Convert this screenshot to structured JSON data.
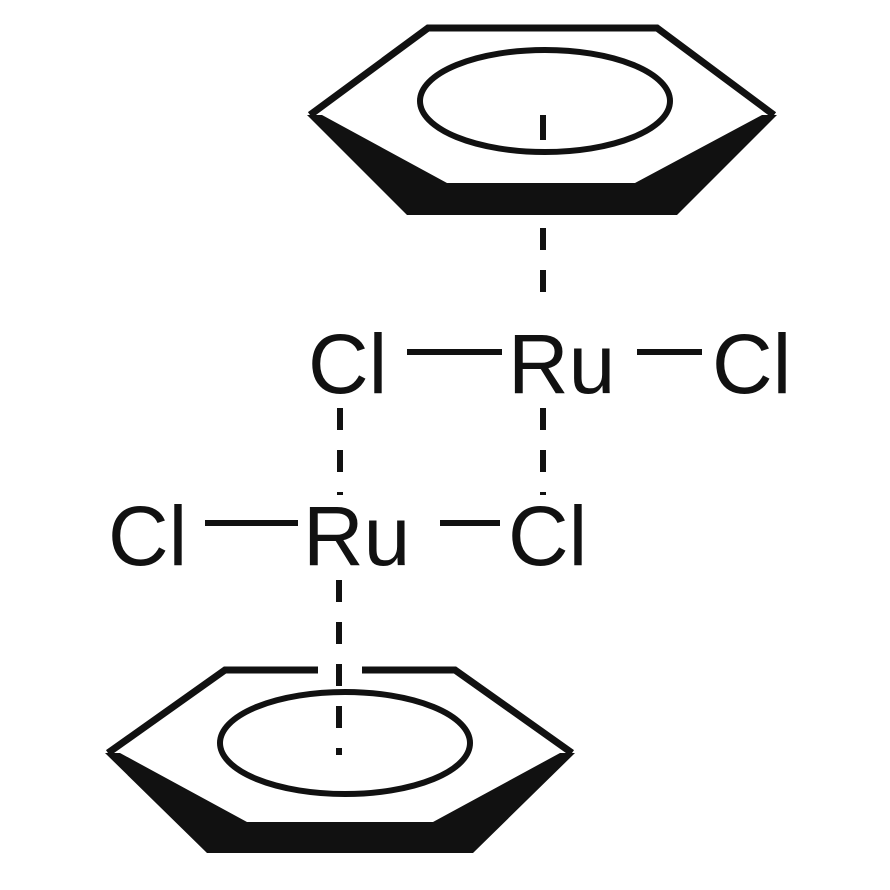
{
  "molecule": {
    "top_unit": {
      "left_cl": "Cl",
      "metal": "Ru",
      "right_cl": "Cl"
    },
    "bottom_unit": {
      "left_cl": "Cl",
      "metal": "Ru",
      "right_cl": "Cl"
    },
    "ligands": [
      "benzene-ring",
      "benzene-ring"
    ]
  },
  "colors": {
    "ink": "#111111",
    "background": "#ffffff"
  }
}
